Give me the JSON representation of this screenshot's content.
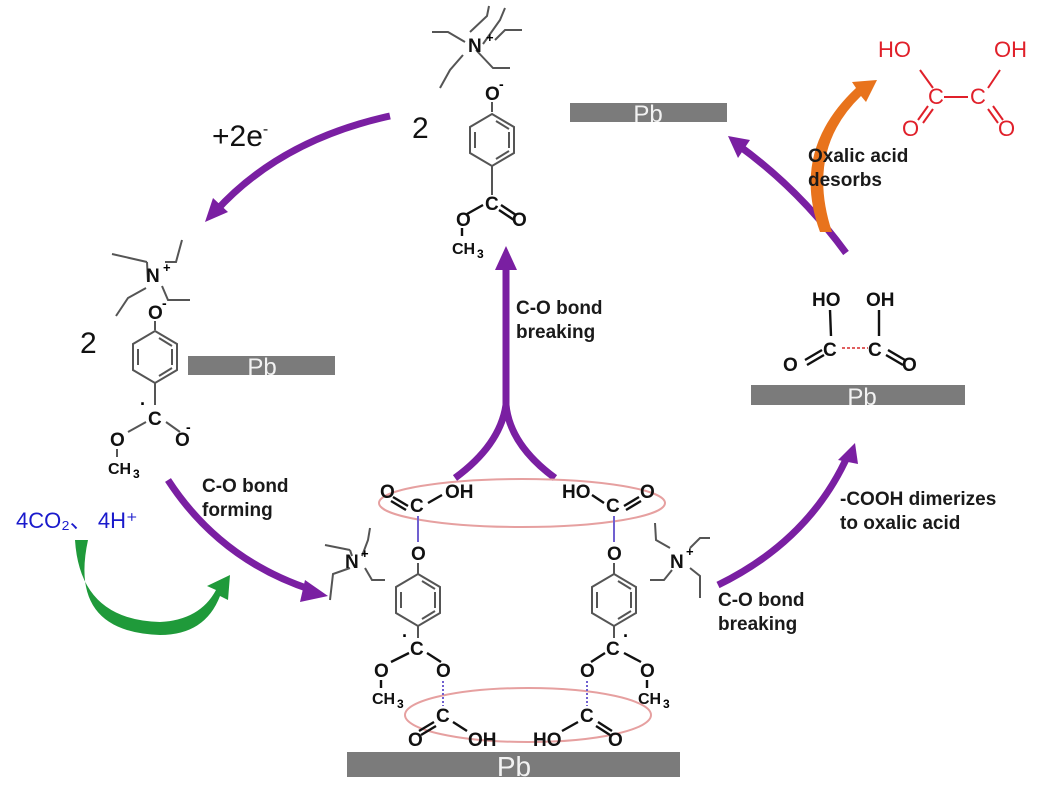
{
  "colors": {
    "arrow_main": "#7a1fa2",
    "arrow_desorb": "#e8731c",
    "arrow_reactant": "#1f9a3a",
    "reactant_text": "#1a1acc",
    "oxalic_free": "#e0202a",
    "electrode": "#7b7b7b",
    "ellipse": "#e6a0a0",
    "dimer_bond": "#e06060",
    "weak_bond": "#7060d0"
  },
  "electrode_label": "Pb",
  "labels": {
    "electrons": "+2e",
    "electrons_sup": "-",
    "coefficient_top": "2",
    "coefficient_left": "2",
    "reactants": "4CO₂、 4H⁺",
    "step_forming_line1": "C-O bond",
    "step_forming_line2": "forming",
    "step_breaking_center_line1": "C-O bond",
    "step_breaking_center_line2": "breaking",
    "step_breaking_right_line1": "C-O bond",
    "step_breaking_right_line2": "breaking",
    "dimerize_line1": "-COOH dimerizes",
    "dimerize_line2": "to oxalic acid",
    "desorb_line1": "Oxalic acid",
    "desorb_line2": "desorbs"
  },
  "atoms": {
    "N": "N",
    "plus": "+",
    "O": "O",
    "O_minus": "O",
    "minus": "-",
    "C": "C",
    "OH": "OH",
    "HO": "HO",
    "CH": "CH",
    "three": "3",
    "radical": "·"
  }
}
